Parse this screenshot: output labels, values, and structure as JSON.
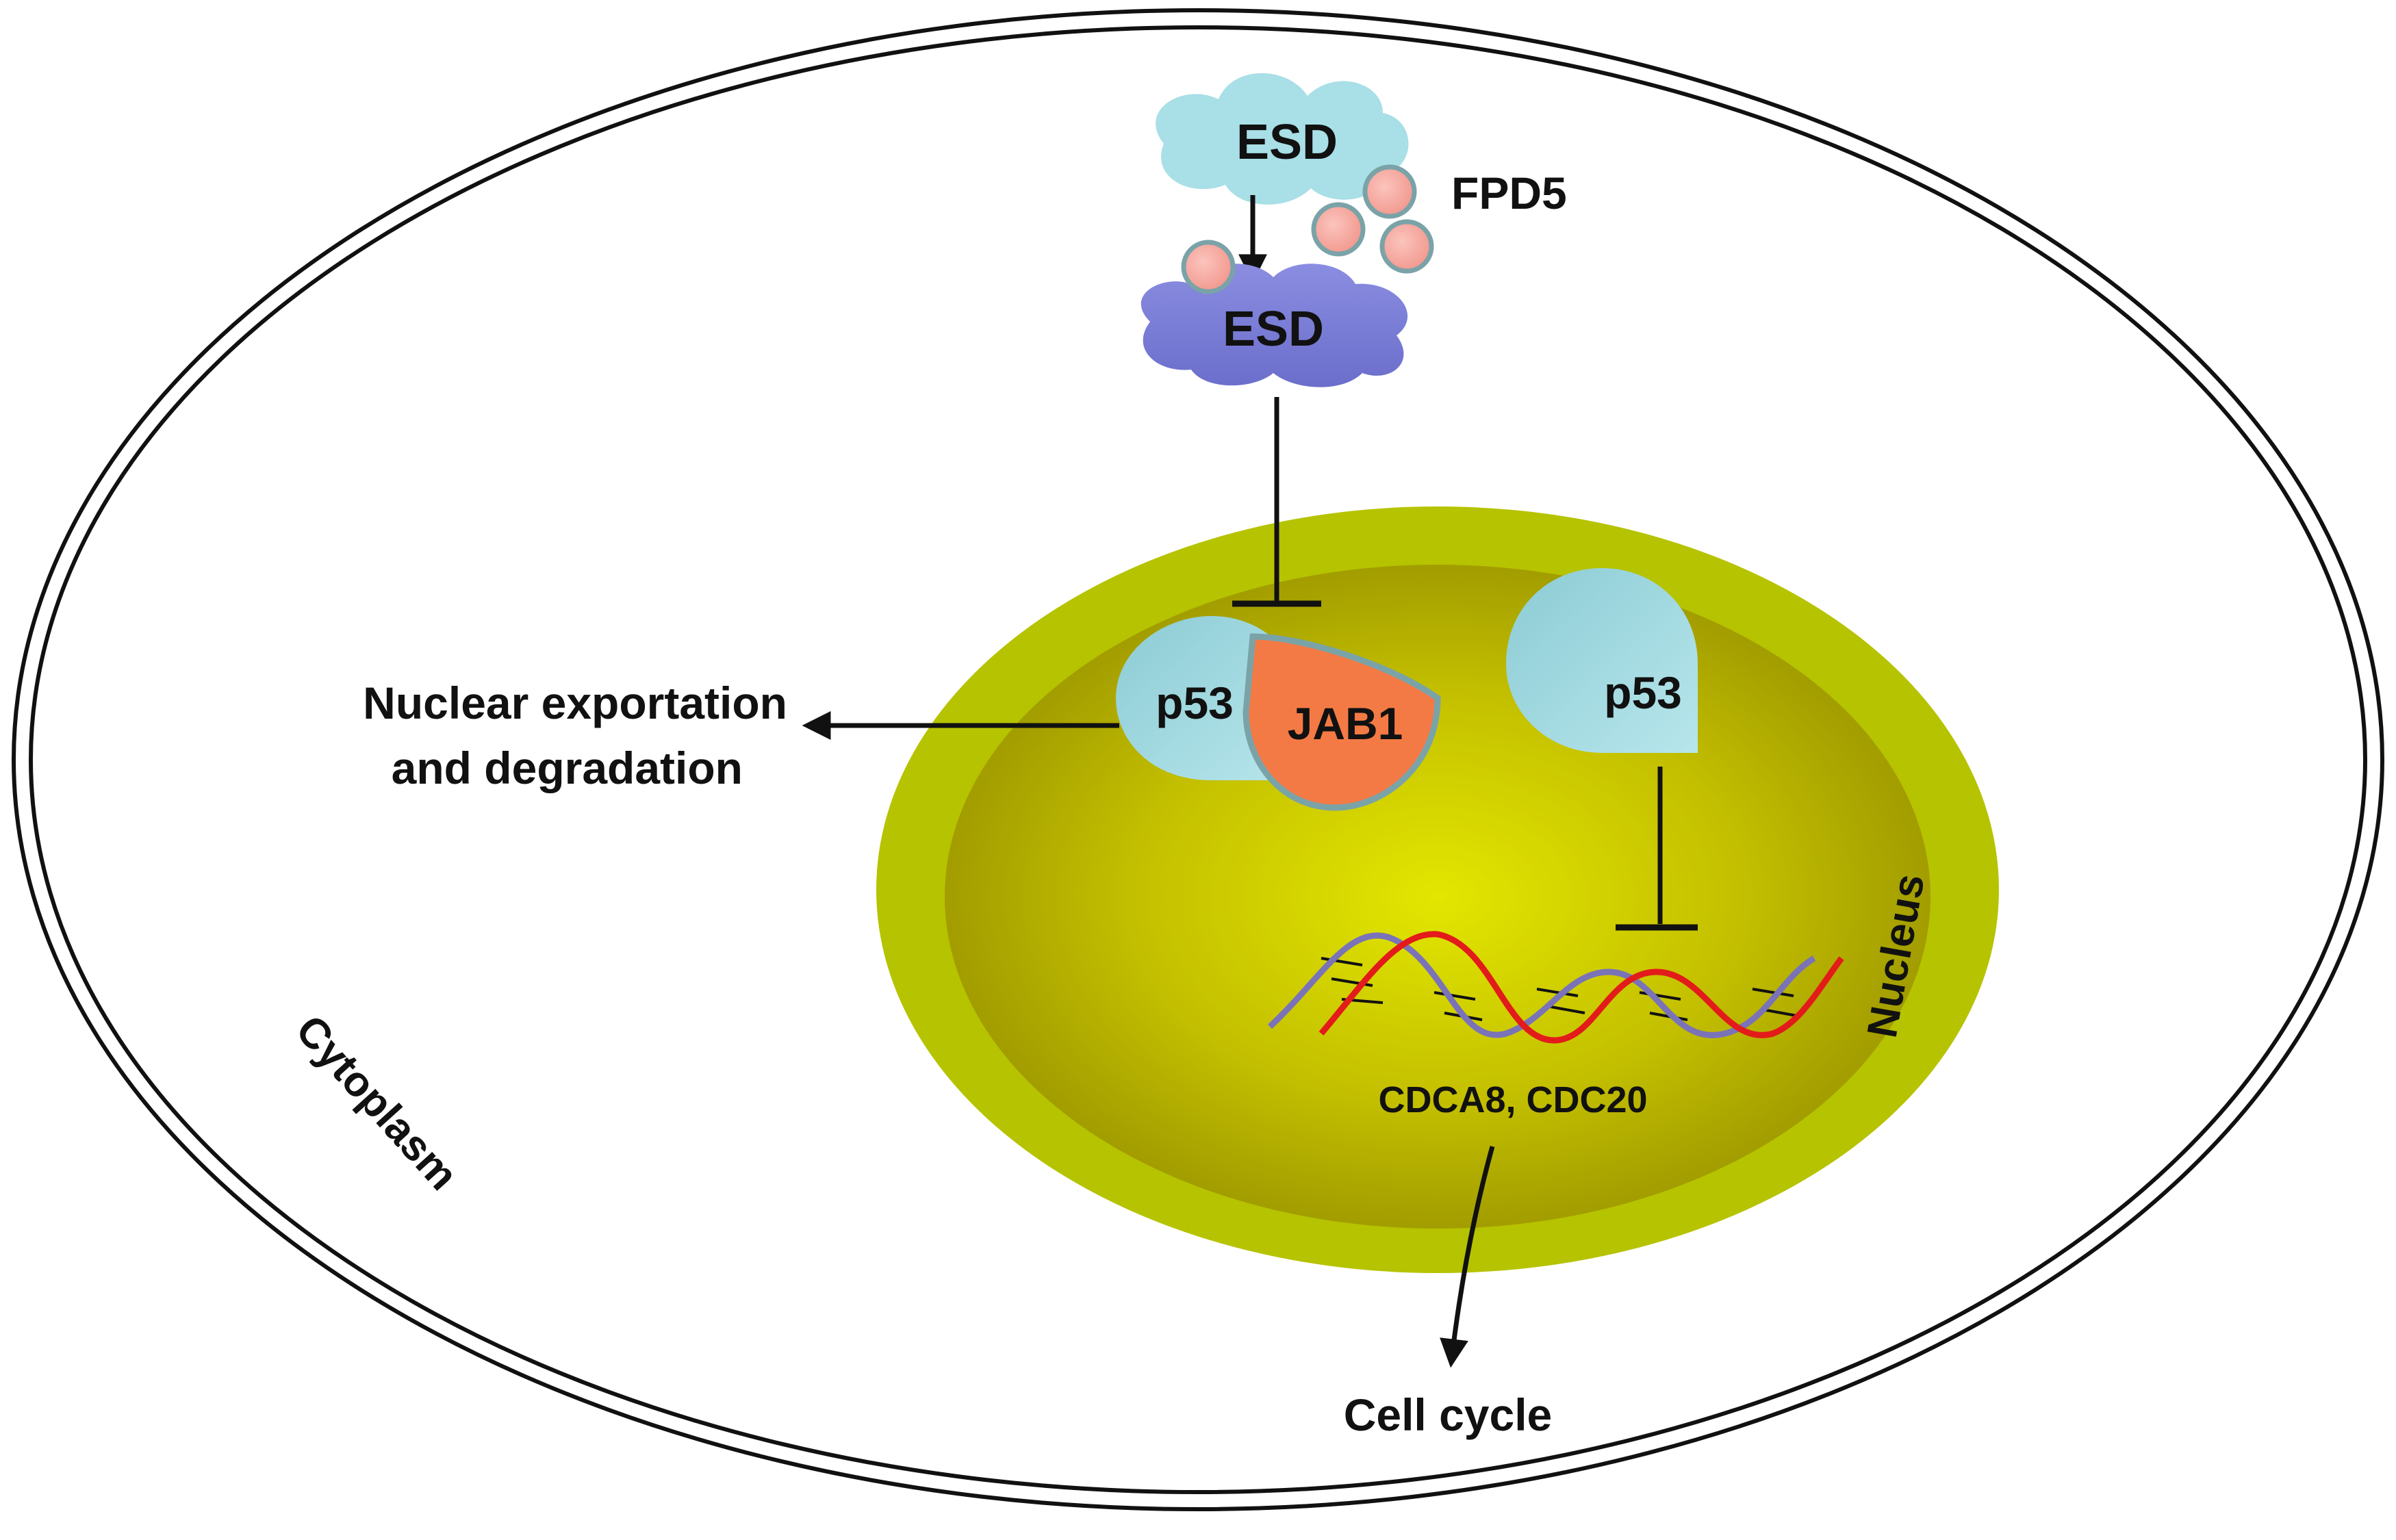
{
  "labels": {
    "esd_inactive": "ESD",
    "esd_active": "ESD",
    "fpd5": "FPD5",
    "p53_bound": "p53",
    "jab1": "JAB1",
    "p53_free": "p53",
    "export_line1": "Nuclear exportation",
    "export_line2": "and degradation",
    "genes": "CDCA8, CDC20",
    "cell_cycle": "Cell cycle",
    "nucleus": "Nucleus",
    "cytoplasm": "Cytoplasm"
  },
  "colors": {
    "esd_inactive": "#a9dfe6",
    "esd_active": "#7c7fd6",
    "fpd5_fill": "#f4a9a1",
    "fpd5_stroke": "#7aa3a8",
    "p53": "#a7dbe2",
    "jab1": "#f47a45",
    "nucleus_outer": "#b6c300",
    "nucleus_center": "#e3e600",
    "nucleus_edge": "#9a9400",
    "dna_strand_a": "#e31b1b",
    "dna_strand_b": "#7a73b8"
  }
}
